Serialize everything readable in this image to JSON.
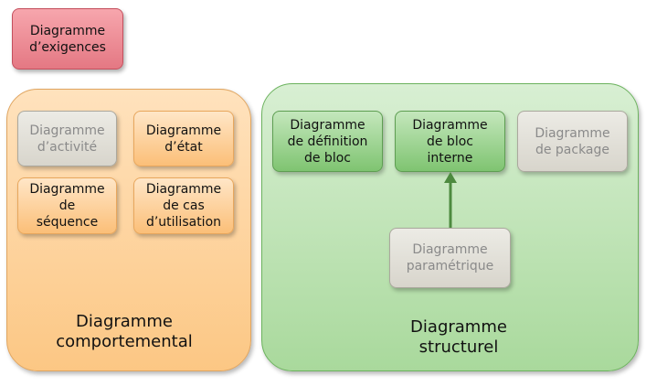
{
  "requirements": {
    "label": "Diagramme\nd’exigences"
  },
  "behavioral": {
    "label": "Diagramme\ncomportemental",
    "items": [
      {
        "label": "Diagramme\nd’activité"
      },
      {
        "label": "Diagramme\nd’état"
      },
      {
        "label": "Diagramme\nde\nséquence"
      },
      {
        "label": "Diagramme\nde cas\nd’utilisation"
      }
    ]
  },
  "structural": {
    "label": "Diagramme\nstructurel",
    "items": [
      {
        "label": "Diagramme\nde définition\nde bloc"
      },
      {
        "label": "Diagramme\nde bloc\ninterne"
      },
      {
        "label": "Diagramme\nde  package"
      },
      {
        "label": "Diagramme\nparamétrique"
      }
    ]
  },
  "colors": {
    "requirements_fill": "#e47883",
    "behavioral_fill": "#fcc784",
    "structural_fill": "#a9d99c",
    "active_box_green": "#7fc471",
    "inactive_box_gray": "#d8d5cc",
    "arrow": "#4d8a3f"
  }
}
